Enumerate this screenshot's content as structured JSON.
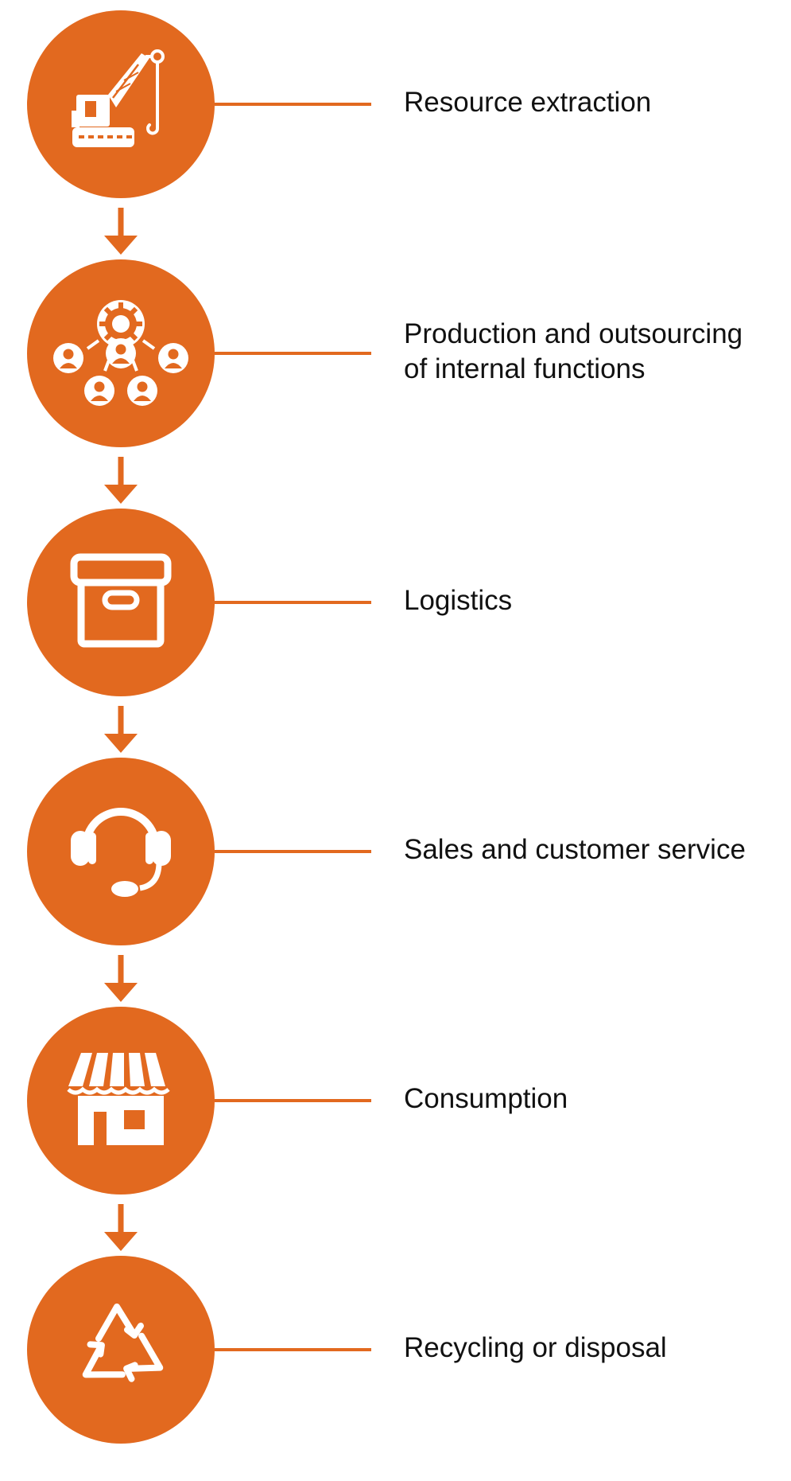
{
  "accent_color": "#E2691F",
  "icon_color": "#FFFFFF",
  "text_color": "#111111",
  "steps": [
    {
      "icon": "crane-icon",
      "label_lines": [
        "Resource extraction"
      ]
    },
    {
      "icon": "team-gear-icon",
      "label_lines": [
        "Production and outsourcing",
        "of internal functions"
      ]
    },
    {
      "icon": "archive-box-icon",
      "label_lines": [
        "Logistics"
      ]
    },
    {
      "icon": "headset-icon",
      "label_lines": [
        "Sales and customer service"
      ]
    },
    {
      "icon": "storefront-icon",
      "label_lines": [
        "Consumption"
      ]
    },
    {
      "icon": "recycle-icon",
      "label_lines": [
        "Recycling or disposal"
      ]
    }
  ]
}
